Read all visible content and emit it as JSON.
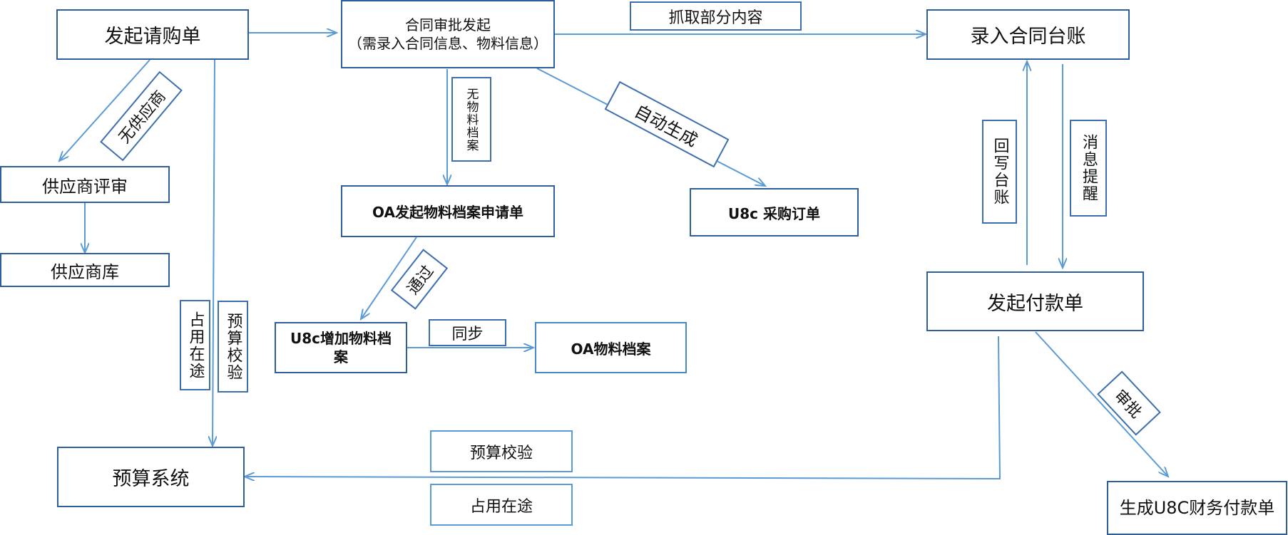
{
  "nodes": {
    "initiate_po": "发起请购单",
    "contract_approval": "合同审批发起\n（需录入合同信息、物料信息）",
    "contract_ledger": "录入合同台账",
    "supplier_review": "供应商评审",
    "supplier_db": "供应商库",
    "oa_material_request": "OA发起物料档案申请单",
    "u8c_purchase_order": "U8c 采购订单",
    "u8c_add_material": "U8c增加物料档案",
    "oa_material_file": "OA物料档案",
    "budget_system": "预算系统",
    "initiate_payment": "发起付款单",
    "u8c_finance_payment": "生成U8C财务付款单"
  },
  "labels": {
    "fetch_partial": "抓取部分内容",
    "no_supplier": "无供应商",
    "no_material_file": "无物料档案",
    "auto_generate": "自动生成",
    "approved_pass": "通过",
    "sync": "同步",
    "occupy_transit_v": "占用在途",
    "budget_check_v": "预算校验",
    "write_back_ledger": "回写台账",
    "message_remind": "消息提醒",
    "approve": "审批",
    "budget_check_h": "预算校验",
    "occupy_transit_h": "占用在途"
  }
}
